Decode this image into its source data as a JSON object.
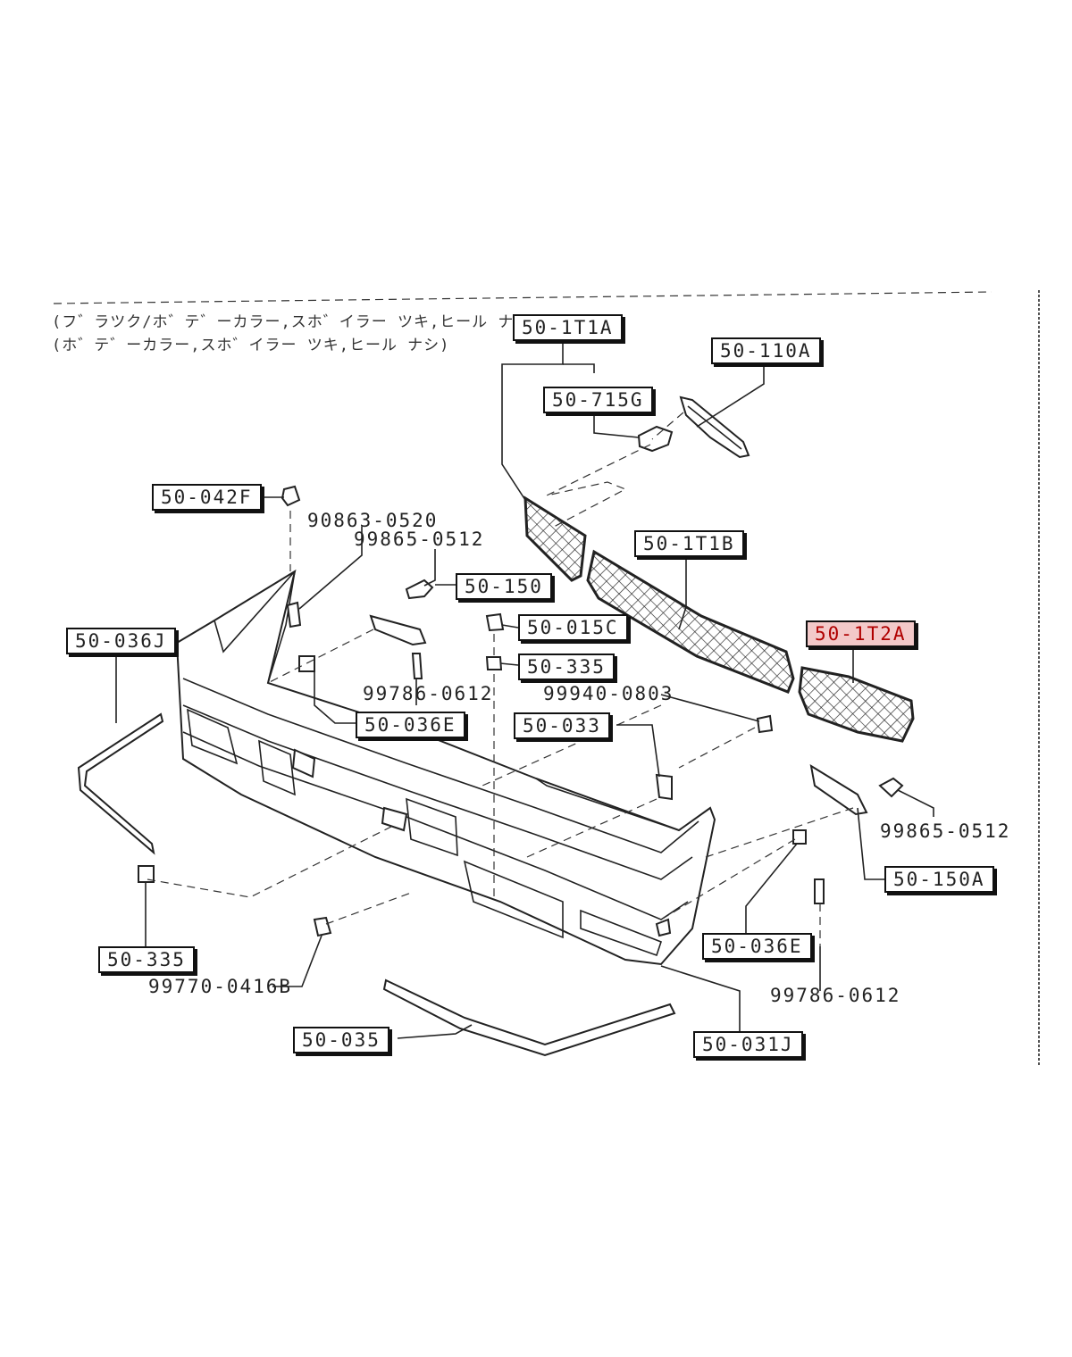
{
  "notes": {
    "line1": "(フ゛ラツク/ホ゛テ゛ーカラー,スホ゛イラー ツキ,ヒール ナシ)",
    "line2": "(ホ゛テ゛ーカラー,スホ゛イラー ツキ,ヒール ナシ)"
  },
  "callouts": [
    {
      "id": "50-1T1A",
      "text": "50-1T1A",
      "boxed": true
    },
    {
      "id": "50-110A",
      "text": "50-110A",
      "boxed": true
    },
    {
      "id": "50-715G",
      "text": "50-715G",
      "boxed": true
    },
    {
      "id": "50-042F",
      "text": "50-042F",
      "boxed": true
    },
    {
      "id": "90863-0520",
      "text": "90863-0520",
      "boxed": false
    },
    {
      "id": "99865-0512-a",
      "text": "99865-0512",
      "boxed": false
    },
    {
      "id": "50-150",
      "text": "50-150",
      "boxed": true
    },
    {
      "id": "50-1T1B",
      "text": "50-1T1B",
      "boxed": true
    },
    {
      "id": "50-036J",
      "text": "50-036J",
      "boxed": true
    },
    {
      "id": "50-015C",
      "text": "50-015C",
      "boxed": true
    },
    {
      "id": "50-1T2A",
      "text": "50-1T2A",
      "boxed": true,
      "highlighted": true
    },
    {
      "id": "50-335-a",
      "text": "50-335",
      "boxed": true
    },
    {
      "id": "99786-0612-a",
      "text": "99786-0612",
      "boxed": false
    },
    {
      "id": "99940-0803",
      "text": "99940-0803",
      "boxed": false
    },
    {
      "id": "50-036E-a",
      "text": "50-036E",
      "boxed": true
    },
    {
      "id": "50-033",
      "text": "50-033",
      "boxed": true
    },
    {
      "id": "99865-0512-b",
      "text": "99865-0512",
      "boxed": false
    },
    {
      "id": "50-150A",
      "text": "50-150A",
      "boxed": true
    },
    {
      "id": "50-036E-b",
      "text": "50-036E",
      "boxed": true
    },
    {
      "id": "50-335-b",
      "text": "50-335",
      "boxed": true
    },
    {
      "id": "99770-0416B",
      "text": "99770-0416B",
      "boxed": false
    },
    {
      "id": "99786-0612-b",
      "text": "99786-0612",
      "boxed": false
    },
    {
      "id": "50-035",
      "text": "50-035",
      "boxed": true
    },
    {
      "id": "50-031J",
      "text": "50-031J",
      "boxed": true
    }
  ],
  "highlight_color": "#b00000"
}
